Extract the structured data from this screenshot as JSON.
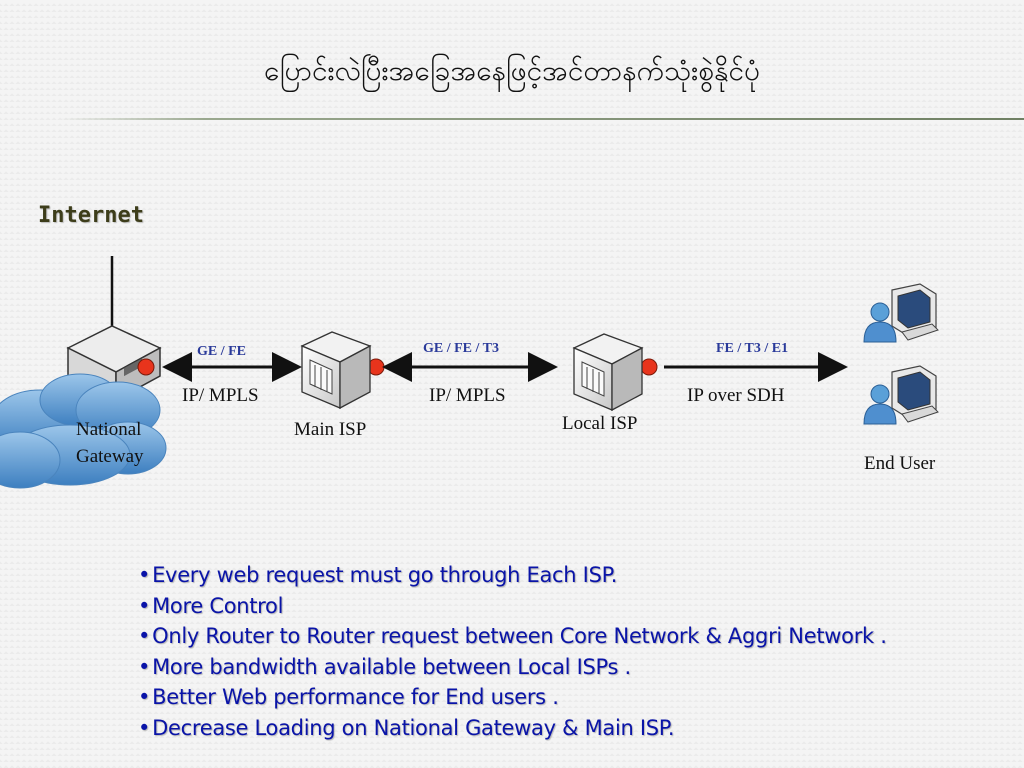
{
  "title": "ပြောင်းလဲပြီးအခြေအနေဖြင့်အင်တာနက်သုံးစွဲနိုင်ပုံ",
  "internet_label": "Internet",
  "nodes": {
    "national_gateway": "National\nGateway",
    "national_gateway_line1": "National",
    "national_gateway_line2": "Gateway",
    "main_isp": "Main ISP",
    "local_isp": "Local  ISP",
    "end_user": "End  User"
  },
  "links": [
    {
      "speed": "GE / FE",
      "protocol": "IP/ MPLS"
    },
    {
      "speed": "GE / FE / T3",
      "protocol": "IP/ MPLS"
    },
    {
      "speed": "FE / T3 / E1",
      "protocol": "IP  over SDH"
    }
  ],
  "bullet_char": "•",
  "bullets": [
    "Every web request must go through Each ISP.",
    "More Control",
    "Only Router to Router request between Core Network  & Aggri Network .",
    "More bandwidth available between Local ISPs .",
    "Better Web performance for End users .",
    "Decrease Loading on National Gateway & Main ISP."
  ],
  "colors": {
    "link_label": "#2a3a9a",
    "bullet_text": "#0a14a8",
    "cloud": "#6a9fd0",
    "status_dot": "#e8341c"
  },
  "icons": [
    "router-icon",
    "cloud-icon",
    "server-icon",
    "workstation-icon",
    "status-dot"
  ]
}
